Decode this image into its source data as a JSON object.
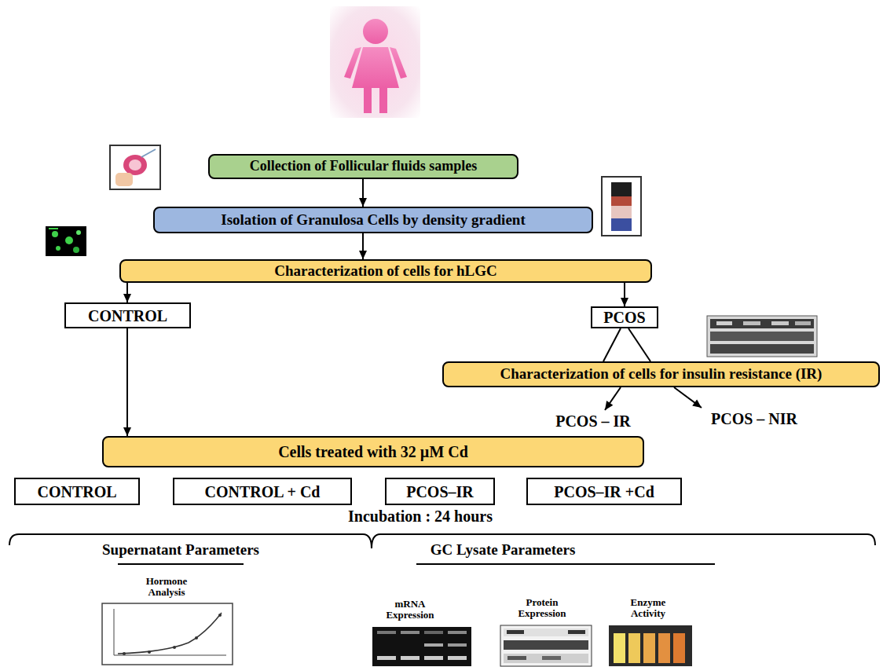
{
  "diagram": {
    "nodes": [
      {
        "text": [
          "Collection of Follicular fluids samples"
        ]
      },
      {
        "text": [
          "Isolation of Granulosa Cells by density gradient"
        ]
      },
      {
        "text": [
          "Characterization of cells for hLGC"
        ]
      },
      {
        "text": [
          "CONTROL"
        ]
      },
      {
        "text": [
          "PCOS"
        ]
      },
      {
        "text": [
          "Characterization of cells for insulin resistance (IR)"
        ]
      },
      {
        "text": [
          "PCOS – IR"
        ]
      },
      {
        "text": [
          "PCOS – NIR"
        ]
      },
      {
        "text": [
          "Cells treated with 32 µM Cd"
        ]
      },
      {
        "text": [
          "CONTROL"
        ]
      },
      {
        "text": [
          "CONTROL + Cd"
        ]
      },
      {
        "text": [
          "PCOS–IR"
        ]
      },
      {
        "text": [
          "PCOS–IR +Cd"
        ]
      }
    ],
    "edges": [
      {
        "from": 0,
        "to": 1,
        "arrow": "to"
      },
      {
        "from": 1,
        "to": 2,
        "arrow": "to"
      },
      {
        "from": 2,
        "to": 3,
        "arrow": "to"
      },
      {
        "from": 2,
        "to": 4,
        "arrow": "to"
      },
      {
        "from": 4,
        "to": 5,
        "arrow": "none"
      },
      {
        "from": 4,
        "to": 5,
        "arrow": "none"
      },
      {
        "from": 5,
        "to": 6,
        "arrow": "to"
      },
      {
        "from": 5,
        "to": 7,
        "arrow": "to"
      },
      {
        "from": 3,
        "to": 8,
        "arrow": "to"
      }
    ],
    "labels": [
      "Incubation : 24 hours",
      "Supernatant Parameters",
      "GC Lysate Parameters",
      "Hormone Analysis",
      "mRNA Expression",
      "Protein Expression",
      "Enzyme Activity"
    ]
  }
}
